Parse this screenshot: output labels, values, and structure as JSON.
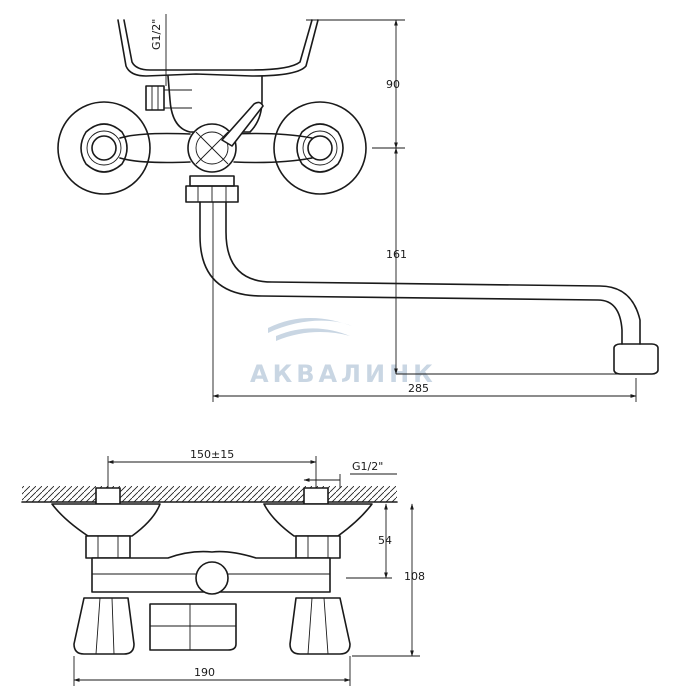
{
  "watermark": {
    "brand": "АКВАЛИНК",
    "color": "#c9d6e3"
  },
  "top_view": {
    "thread_label": "G1/2\"",
    "dim_height_upper": "90",
    "dim_height_spout": "161",
    "dim_spout_length": "285"
  },
  "bottom_view": {
    "dim_center_distance": "150±15",
    "thread_label": "G1/2\"",
    "dim_height_54": "54",
    "dim_height_108": "108",
    "dim_width_190": "190"
  }
}
